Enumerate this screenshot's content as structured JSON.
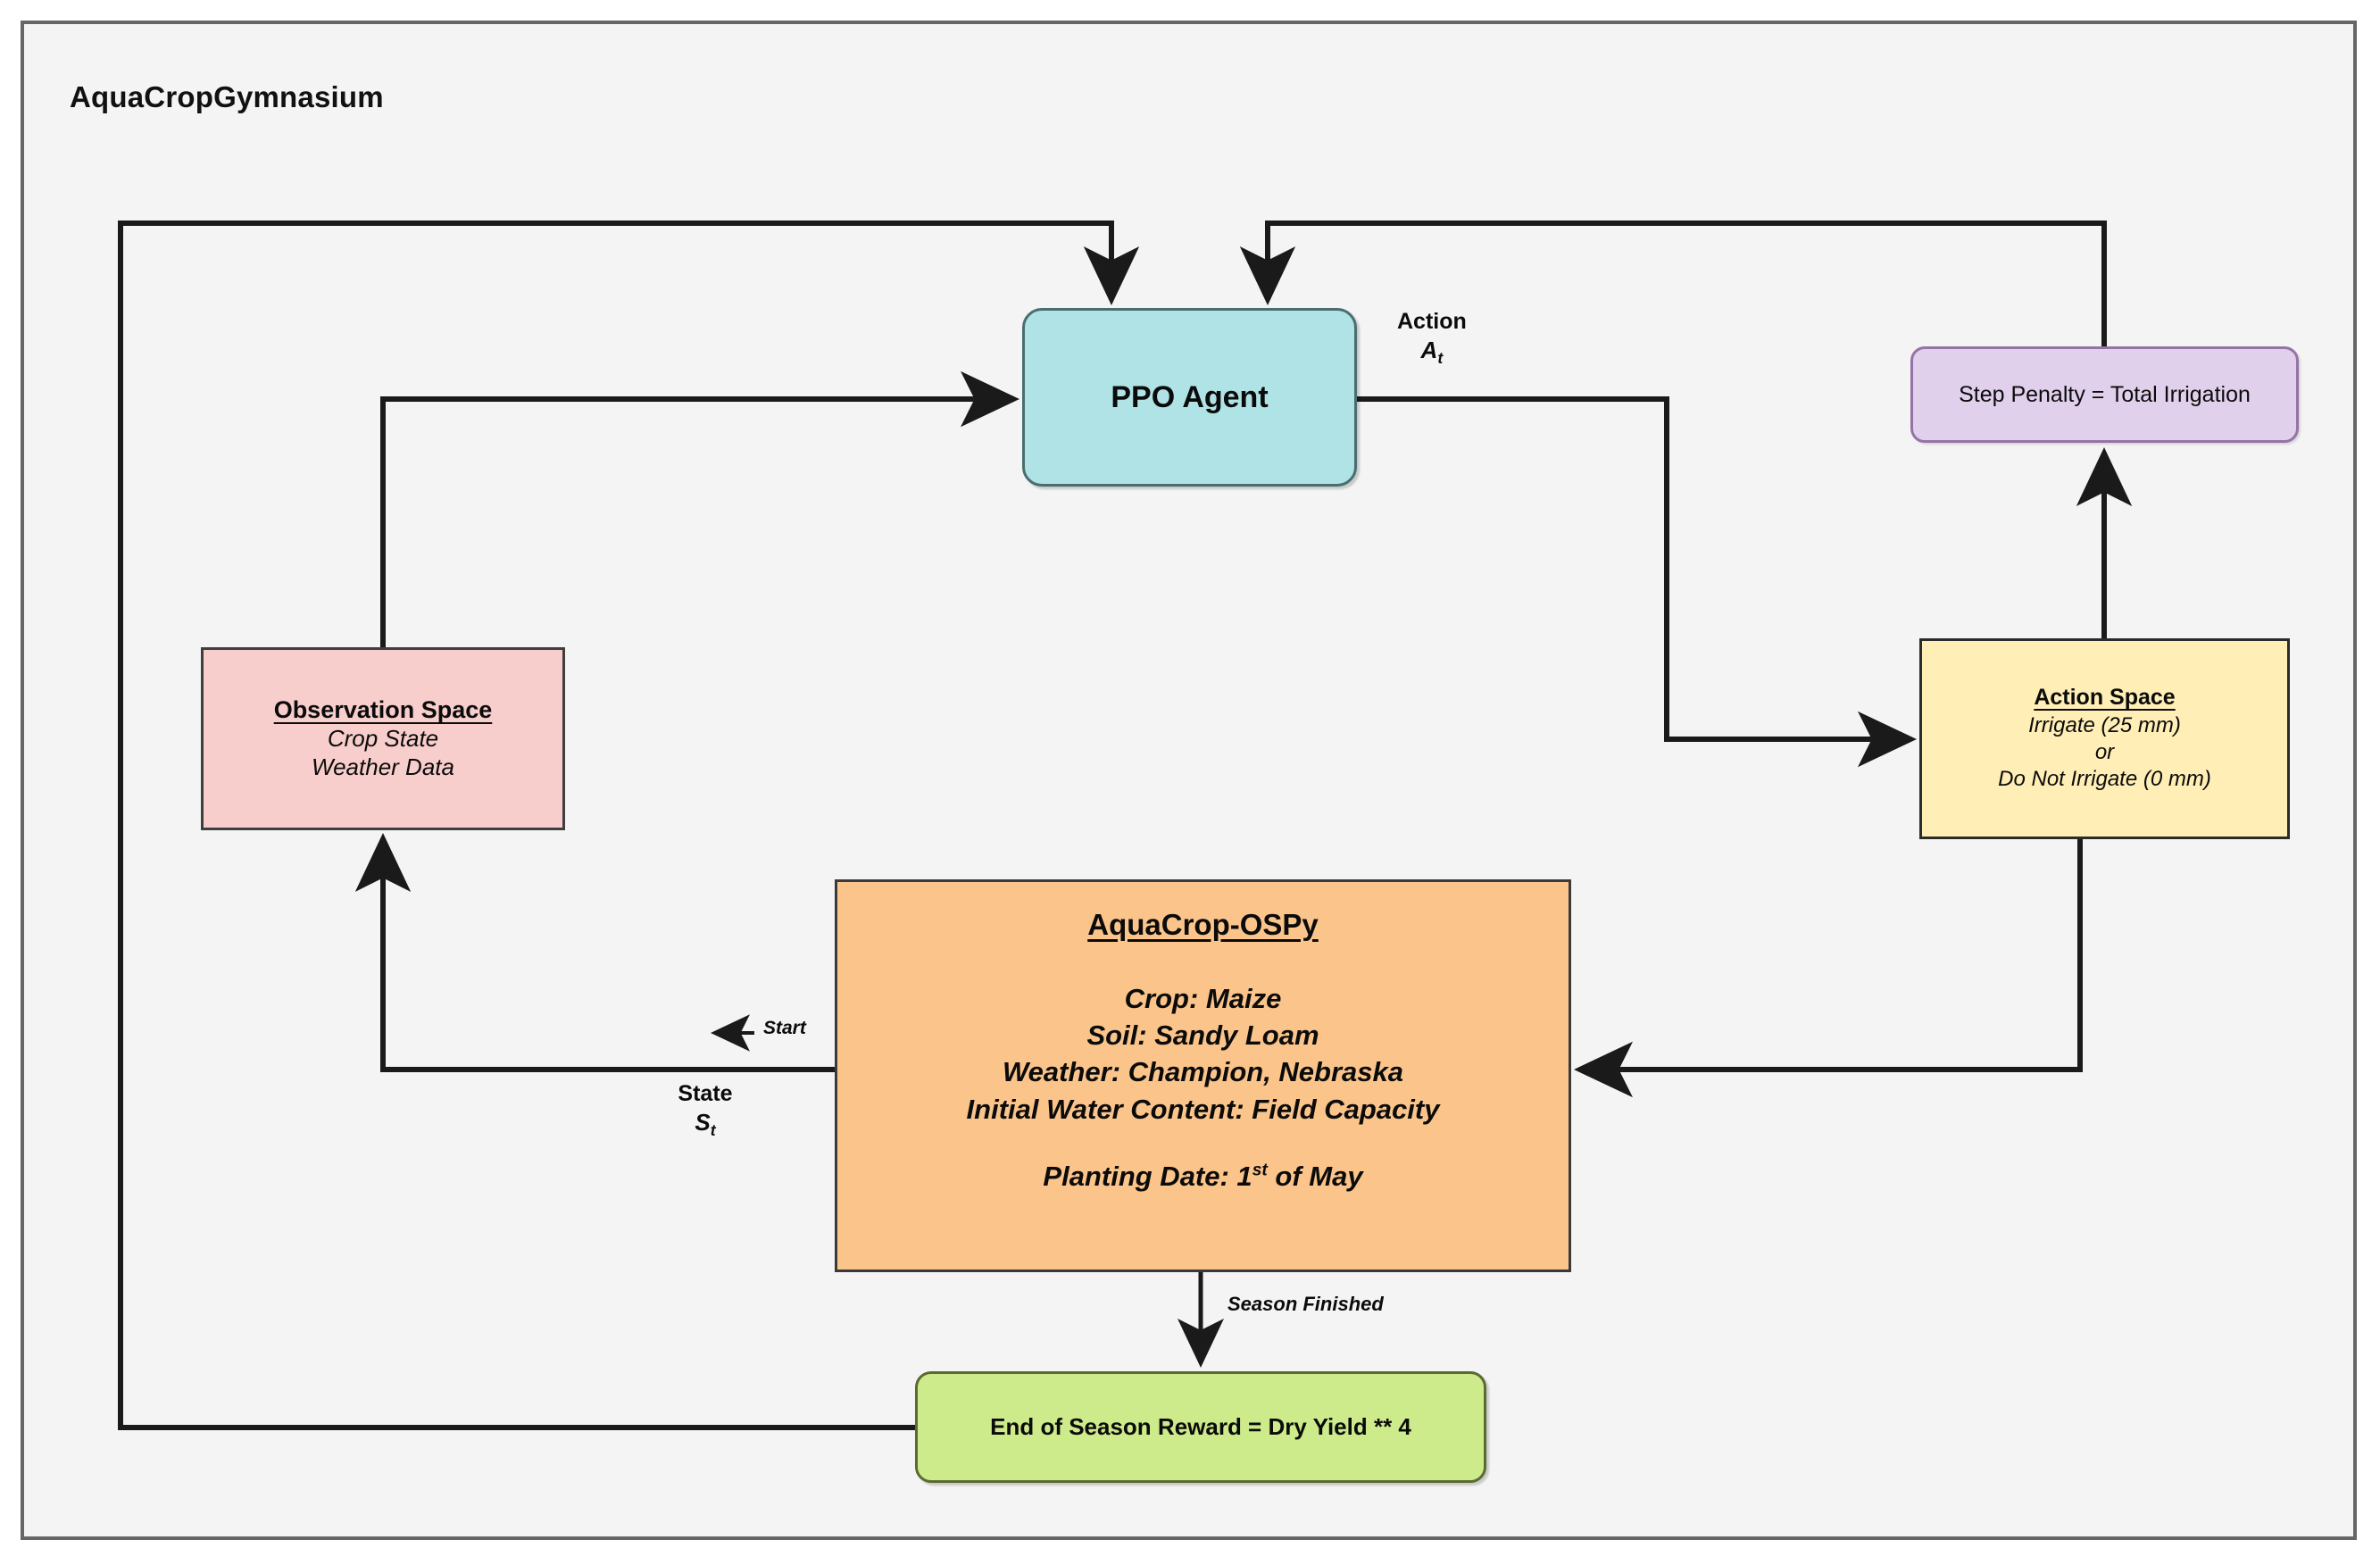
{
  "frame": {
    "title": "AquaCropGymnasium"
  },
  "nodes": {
    "ppo_agent": {
      "label": "PPO Agent",
      "color": "#b0e3e6"
    },
    "observation_space": {
      "title": "Observation Space",
      "line1": "Crop State",
      "line2": "Weather Data",
      "color": "#f8cecc"
    },
    "action_space": {
      "title": "Action Space",
      "line1": "Irrigate (25 mm)",
      "line2": "or",
      "line3": "Do Not Irrigate (0 mm)",
      "color": "#ffeeb5"
    },
    "step_penalty": {
      "label": "Step Penalty = Total Irrigation",
      "color": "#e1d0eb"
    },
    "aquacrop": {
      "title": "AquaCrop-OSPy",
      "crop": "Crop: Maize",
      "soil": "Soil: Sandy Loam",
      "weather": "Weather: Champion, Nebraska",
      "initial_water_content": "Initial Water Content: Field Capacity",
      "planting_date_prefix": "Planting Date: 1",
      "planting_date_ordinal": "st",
      "planting_date_suffix": " of May",
      "color": "#fbc48a"
    },
    "reward": {
      "label": "End of Season Reward = Dry Yield ** 4",
      "color": "#cdeb8b"
    }
  },
  "edge_labels": {
    "action_title": "Action",
    "action_symbol_base": "A",
    "action_symbol_sub": "t",
    "state_title": "State",
    "state_symbol_base": "S",
    "state_symbol_sub": "t",
    "start": "Start",
    "season_finished": "Season Finished"
  },
  "colors": {
    "frame_border": "#666666",
    "frame_background": "#f4f4f4",
    "edge": "#1a1a1a"
  }
}
